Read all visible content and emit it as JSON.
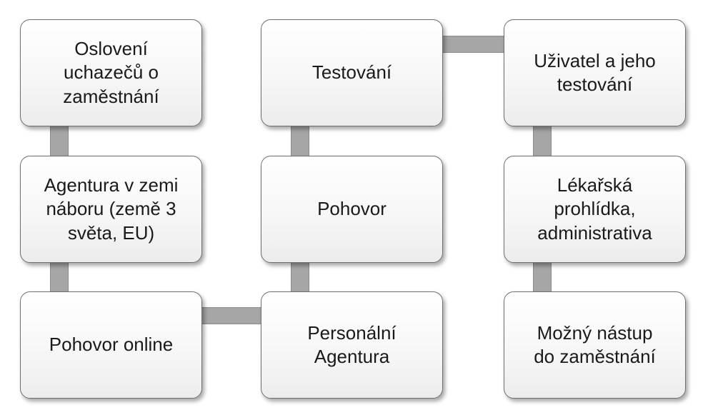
{
  "diagram": {
    "boxes": {
      "osloveni": "Oslovení\nuchazečů o\nzaměstnání",
      "agentura_zemi": "Agentura v zemi\nnáboru (země 3\nsvěta, EU)",
      "pohovor_online": "Pohovor online",
      "personalni_agentura": "Personální\nAgentura",
      "pohovor": "Pohovor",
      "testovani": "Testování",
      "uzivatel": "Uživatel a jeho\ntestování",
      "lekarska": "Lékařská\nprohlídka,\nadministrativa",
      "nastup": "Možný nástup\ndo zaměstnání"
    },
    "colors": {
      "connector": "#a6a6a6",
      "box_border": "#6e6e6e",
      "text": "#1a1a1a"
    }
  }
}
